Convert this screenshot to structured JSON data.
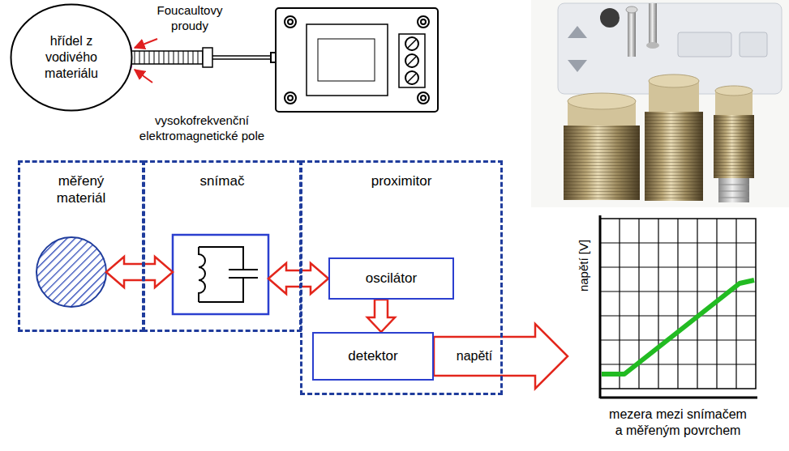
{
  "diagram": {
    "nodes": [
      {
        "text": [
          "hřídel z vodivého materiálu"
        ]
      },
      {
        "text": [
          "měřený materiál"
        ]
      },
      {
        "text": [
          "snímač"
        ]
      },
      {
        "text": [
          "proximitor"
        ]
      },
      {
        "text": [
          "oscilátor"
        ],
        "in": 3
      },
      {
        "text": [
          "detektor"
        ],
        "in": 3
      },
      {
        "text": [
          "napětí [V]",
          "mezera mezi snímačem a měřeným povrchem"
        ]
      }
    ],
    "edges": [
      {
        "from": 1,
        "to": 2,
        "arrow": "both"
      },
      {
        "from": 2,
        "to": 4,
        "arrow": "both"
      },
      {
        "from": 4,
        "to": 5,
        "arrow": "to"
      },
      {
        "from": 5,
        "to": 6,
        "arrow": "to",
        "label": "napětí"
      }
    ],
    "labels": [
      "Foucaultovy proudy",
      "vysokofrekvenční elektromagnetické pole"
    ]
  }
}
